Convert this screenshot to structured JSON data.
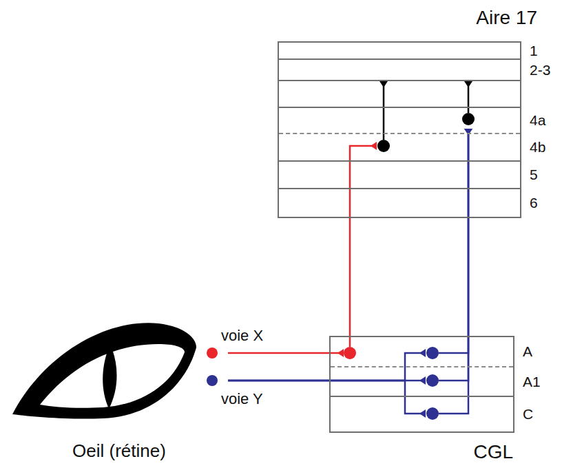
{
  "diagram": {
    "nodes": [
      {
        "text": [
          "Aire 17"
        ]
      },
      {
        "text": [
          "1"
        ],
        "in": 0
      },
      {
        "text": [
          "2-3"
        ],
        "in": 0
      },
      {
        "text": [
          "4a"
        ],
        "in": 0
      },
      {
        "text": [
          "4b"
        ],
        "in": 0
      },
      {
        "text": [
          "5"
        ],
        "in": 0
      },
      {
        "text": [
          "6"
        ],
        "in": 0
      },
      {
        "text": [
          "Oeil (rétine)"
        ]
      },
      {
        "text": [
          "CGL"
        ]
      },
      {
        "text": [
          "A"
        ],
        "in": 8
      },
      {
        "text": [
          "A1"
        ],
        "in": 8
      },
      {
        "text": [
          "C"
        ],
        "in": 8
      }
    ],
    "edges": [
      {
        "from": 7,
        "to": 9,
        "label": "voie X",
        "arrow": "to"
      },
      {
        "from": 7,
        "to": 9,
        "arrow": "to"
      },
      {
        "from": 7,
        "to": 10,
        "label": "voie Y",
        "arrow": "to"
      },
      {
        "from": 7,
        "to": 11,
        "arrow": "to"
      },
      {
        "from": 9,
        "to": 4,
        "arrow": "to"
      },
      {
        "from": 9,
        "to": 3,
        "arrow": "to"
      },
      {
        "from": 10,
        "to": 3,
        "arrow": "to"
      },
      {
        "from": 11,
        "to": 3,
        "arrow": "to"
      },
      {
        "from": 4,
        "to": 2,
        "arrow": "to"
      },
      {
        "from": 3,
        "to": 2,
        "arrow": "to"
      }
    ]
  }
}
